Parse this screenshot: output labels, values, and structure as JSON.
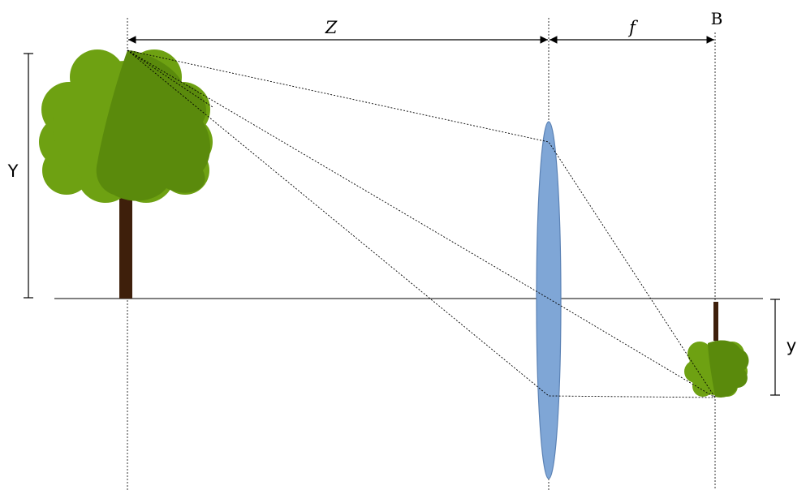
{
  "labels": {
    "object_distance": "Z",
    "focal_length": "f",
    "image_plane": "B",
    "object_height": "Y",
    "image_height": "y"
  },
  "colors": {
    "lens_fill": "#7fa6d6",
    "lens_stroke": "#5b82b5",
    "foliage_light": "#6ea112",
    "foliage_dark": "#5a8a0c",
    "trunk": "#3e1f0b",
    "line": "#000000"
  }
}
